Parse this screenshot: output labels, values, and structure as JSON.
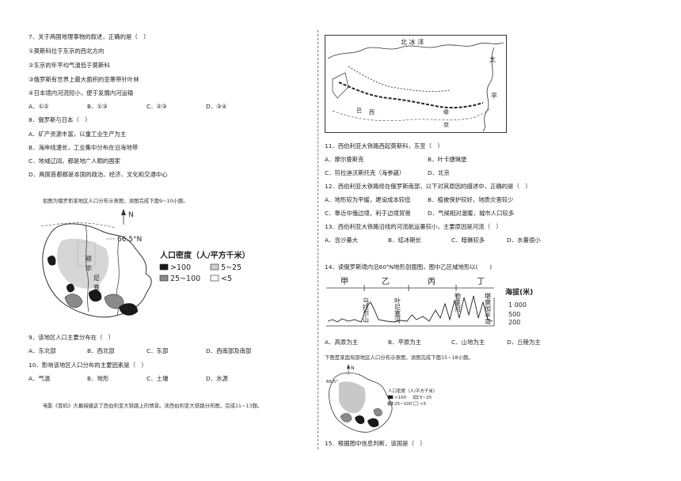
{
  "left": {
    "q7": {
      "stem": "7．关于两国地理事物的叙述，正确的是（　）",
      "s1": "①莫斯科位于东京的西北方向",
      "s2": "②东京的年平均气温低于莫斯科",
      "s3": "③俄罗斯有世界上最大面积的亚寒带针叶林",
      "s4": "④日本境内河流短小，便于发展内河运输",
      "options": [
        "A．①②",
        "B．①③",
        "C．②③",
        "D．③④"
      ]
    },
    "q8": {
      "stem": "8．俄罗斯与日本（　）",
      "options": [
        "A．矿产资源丰富，以重工业生产为主",
        "B．海岸线漫长，工业集中分布在沿海地带",
        "C．地域辽阔，都是地广人稠的国家",
        "D．两国首都都是本国的政治、经济、文化和交通中心"
      ]
    },
    "intro_9_10": "如图为俄罗斯某地区人口分布示意图，读图完成下面9~10小题。",
    "map1": {
      "north": "N",
      "lat": "66.5°N",
      "legend_title": "人口密度（人/平方千米）",
      "legend": [
        ">100",
        "5~25",
        "25~100",
        "<5"
      ],
      "labels": [
        "鄂",
        "毕",
        "尼",
        "塞"
      ],
      "colors": {
        "high": "#1a1a1a",
        "mid": "#8a8a8a",
        "low": "#d0d0d0",
        "line": "#333333"
      }
    },
    "q9": {
      "stem": "9．该地区人口主要分布在（　）",
      "options": [
        "A．东北部",
        "B．西北部",
        "C．东部",
        "D．西南部及南部"
      ]
    },
    "q10": {
      "stem": "10．影响该地区人口分布的主要因素是（　）",
      "options": [
        "A．气温",
        "B．地形",
        "C．土壤",
        "D．水源"
      ]
    },
    "intro_11_13": "电影《冒码》大幕描摄这了西伯利亚大铁路上的情景。读西伯利亚大铁路分布图，完成11~13题。"
  },
  "right": {
    "map2": {
      "title": "北 冰 洋",
      "labels": [
        "太",
        "平",
        "巴",
        "西",
        "京"
      ]
    },
    "q11": {
      "stem": "11．西伯利亚大铁路西起莫斯科，东至（　）",
      "options": [
        "A．摩尔曼斯克",
        "B．叶卡捷琳堡",
        "C．符拉迪沃斯托克（海参崴）",
        "D．北京"
      ]
    },
    "q12": {
      "stem": "12．西伯利亚大铁路修在俄罗斯南部，以下对其原因的描述中，正确的是（　）",
      "options": [
        "A．地形较为平缓，建设成本较低",
        "B．植被保护较好，地质灾害较少",
        "C．靠近中俄边境，利于边境贸易",
        "D．气候相对温暖，城市人口较多"
      ]
    },
    "q13": {
      "stem": "13．西伯利亚大铁路沿线的河流航运量较小，主要原因是河流（　）",
      "options": [
        "A．含沙量大",
        "B．结冰期长",
        "C．暗礁较多",
        "D．水量很小"
      ]
    },
    "q14": {
      "stem": "14．读俄罗斯境内沿60°N地形剖面图，图中乙区域地形以(　　)",
      "options": [
        "A．高原为主",
        "B．平原为主",
        "C．山地为主",
        "D．丘陵为主"
      ]
    },
    "profile": {
      "regions": [
        "甲",
        "乙",
        "丙",
        "丁"
      ],
      "features": [
        "乌拉尔山",
        "叶尼塞河",
        "勒拿河",
        "堪察加半岛"
      ],
      "axis_title": "海拔(米)",
      "ticks": [
        "1 000",
        "500",
        "200"
      ]
    },
    "intro_15_18": "下图是某国局部地区人口分布示意图，读图完成下面15~18小题。",
    "map3": {
      "north": "N",
      "lat": "66.5°",
      "legend_title": "人口密度（人/平方千米）",
      "legend": [
        ">100",
        "5~25",
        "25~100",
        "<5"
      ]
    },
    "q15": {
      "stem": "15．根据图中信息判断，该国是（　）"
    }
  }
}
